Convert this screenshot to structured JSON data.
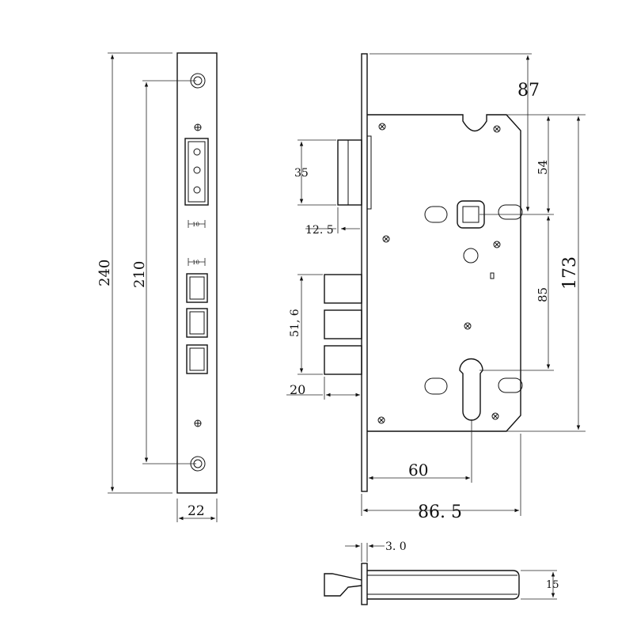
{
  "dimensions": {
    "faceplate_length": "240",
    "screw_spacing": "210",
    "faceplate_width": "22",
    "hook_bolt_width": "10",
    "latch_bolt_width": "10",
    "backset_case": "87",
    "handle_offset": "54",
    "total_height": "173",
    "handle_to_cylinder": "85",
    "hook_bolt_height": "35",
    "hook_bolt_throw": "12. 5",
    "latch_group_height": "51, 6",
    "latch_throw": "20",
    "backset": "60",
    "case_depth": "86. 5",
    "plate_thickness": "3. 0",
    "case_thickness": "15"
  },
  "colors": {
    "line": "#111111",
    "background": "#ffffff"
  }
}
